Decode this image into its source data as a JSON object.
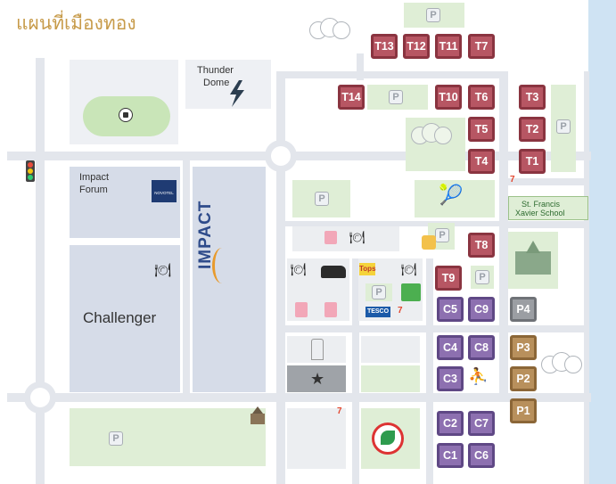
{
  "map_title": "แผนที่เมืองทอง",
  "labels": {
    "thunder_dome": [
      "Thunder",
      "Dome"
    ],
    "impact_forum": [
      "Impact",
      "Forum"
    ],
    "challenger": "Challenger",
    "impact_logo": "IMPACT",
    "st_francis": [
      "St. Francis",
      "Xavier School"
    ],
    "tops": "Tops",
    "tesco": "TESCO",
    "novotel": "NOVOTEL"
  },
  "parking_symbol": "P",
  "tiles": {
    "t13": "T13",
    "t12": "T12",
    "t11": "T11",
    "t7": "T7",
    "t14": "T14",
    "t10": "T10",
    "t6": "T6",
    "t5": "T5",
    "t4": "T4",
    "t3": "T3",
    "t2": "T2",
    "t1": "T1",
    "t8": "T8",
    "t9": "T9",
    "c5": "C5",
    "c9": "C9",
    "c4": "C4",
    "c8": "C8",
    "c3": "C3",
    "c2": "C2",
    "c7": "C7",
    "c1": "C1",
    "c6": "C6",
    "p4": "P4",
    "p3": "P3",
    "p2": "P2",
    "p1": "P1"
  },
  "colors": {
    "building_tile": "#b75663",
    "condo_tile": "#8d70b0",
    "parking_tile": "#b8905c",
    "p4_tile": "#9b9ea3",
    "green_area": "#dfeed6",
    "road": "#e3e6ec",
    "water": "#cfe3f3"
  }
}
